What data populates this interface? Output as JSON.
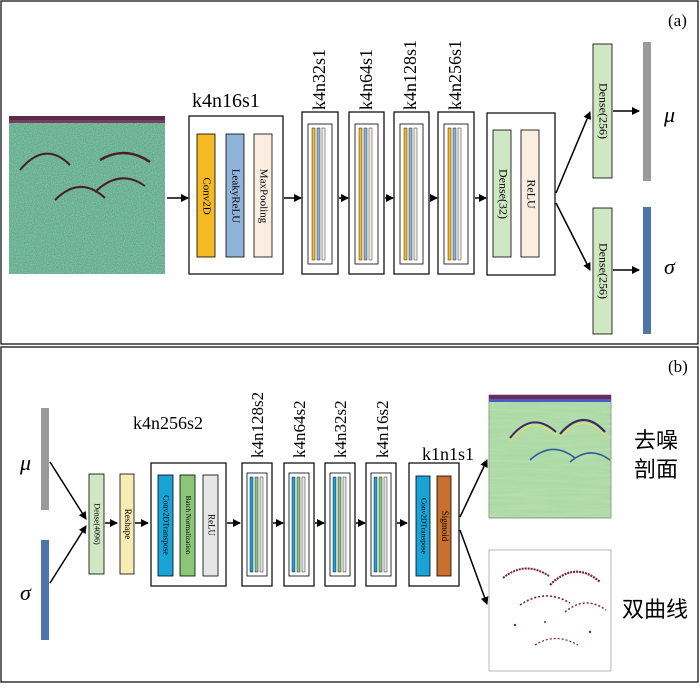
{
  "panel_a": {
    "label": "(a)",
    "block1": {
      "label": "k4n16s1",
      "layers": [
        "Conv2D",
        "LeakyReLU",
        "MaxPooling"
      ]
    },
    "block2": {
      "label": "k4n32s1"
    },
    "block3": {
      "label": "k4n64s1"
    },
    "block4": {
      "label": "k4n128s1"
    },
    "block5": {
      "label": "k4n256s1"
    },
    "dense_block": {
      "layers": [
        "Dense(32)",
        "ReLU"
      ]
    },
    "mu_dense": "Dense(256)",
    "sigma_dense": "Dense(256)",
    "mu": "μ",
    "sigma": "σ"
  },
  "panel_b": {
    "label": "(b)",
    "mu": "μ",
    "sigma": "σ",
    "dense": "Dense(4096)",
    "reshape": "Reshape",
    "block1": {
      "label": "k4n256s2",
      "layers": [
        "Conv2DTranspose",
        "Batch Normalization",
        "ReLU"
      ]
    },
    "block2": {
      "label": "k4n128s2"
    },
    "block3": {
      "label": "k4n64s2"
    },
    "block4": {
      "label": "k4n32s2"
    },
    "block5": {
      "label": "k4n16s2"
    },
    "final_block": {
      "label": "k1n1s1",
      "layers": [
        "Conv2DTranspose",
        "Sigmoid"
      ]
    },
    "output_denoised": [
      "去噪",
      "剖面"
    ],
    "output_hyperbola": "双曲线"
  },
  "colors": {
    "conv": "#f5b921",
    "relu_blue": "#8fb3d9",
    "pool": "#fbeee0",
    "dense_green": "#cfe7c2",
    "mu_bar": "#9a9a9a",
    "sigma_bar": "#4a76a8",
    "cyan": "#1aa3d6",
    "bn_green": "#8cc67a",
    "sigmoid": "#c8702c",
    "reshape": "#f7ecb4"
  }
}
